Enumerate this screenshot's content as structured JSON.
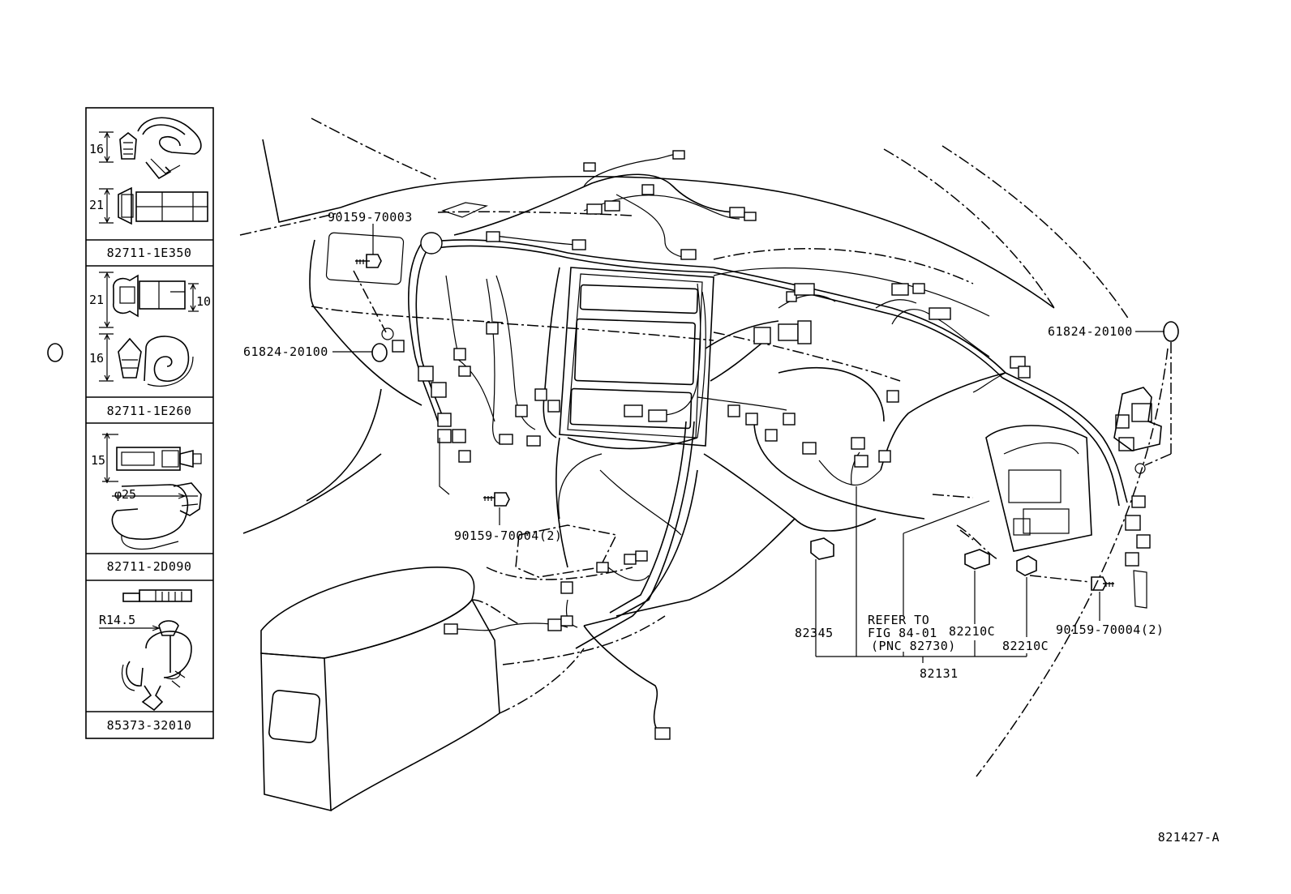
{
  "diagram": {
    "figure_code": "821427-A",
    "clip_panels": [
      {
        "part": "82711-1E350",
        "dims": [
          "16",
          "21"
        ]
      },
      {
        "part": "82711-1E260",
        "dims": [
          "21",
          "10",
          "16"
        ]
      },
      {
        "part": "82711-2D090",
        "dims": [
          "15",
          "φ25"
        ]
      },
      {
        "part": "85373-32010",
        "dims": [
          "R14.5"
        ]
      }
    ],
    "callouts": {
      "bolt_top": "90159-70003",
      "grommet_left": "61824-20100",
      "grommet_right": "61824-20100",
      "bolt_center": "90159-70004(2)",
      "bolt_right": "90159-70004(2)",
      "relay_82345": "82345",
      "refer_line1": "REFER TO",
      "refer_line2": "FIG 84-01",
      "refer_line3": "(PNC 82730)",
      "connector_a": "82210C",
      "connector_b": "82210C",
      "wire_main": "82131"
    }
  }
}
